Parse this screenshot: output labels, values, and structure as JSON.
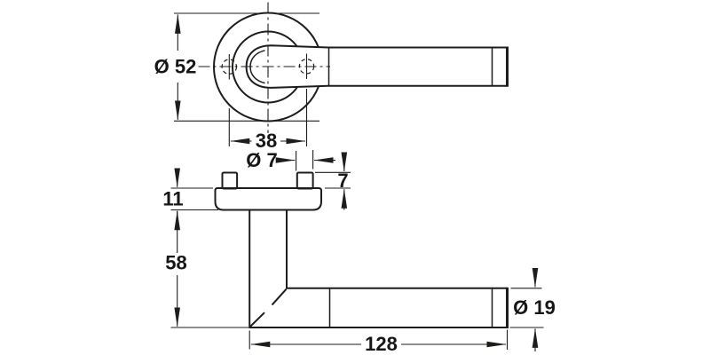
{
  "colors": {
    "line": "#1d1d1b",
    "background": "#ffffff"
  },
  "front_view": {
    "dims": {
      "rose_diameter": "Ø 52",
      "hole_spacing": "38"
    }
  },
  "side_view": {
    "dims": {
      "post_diameter": "Ø 7",
      "post_height": "7",
      "rose_thickness": "11",
      "handle_projection": "58",
      "lever_length": "128",
      "lever_diameter": "Ø 19"
    }
  }
}
